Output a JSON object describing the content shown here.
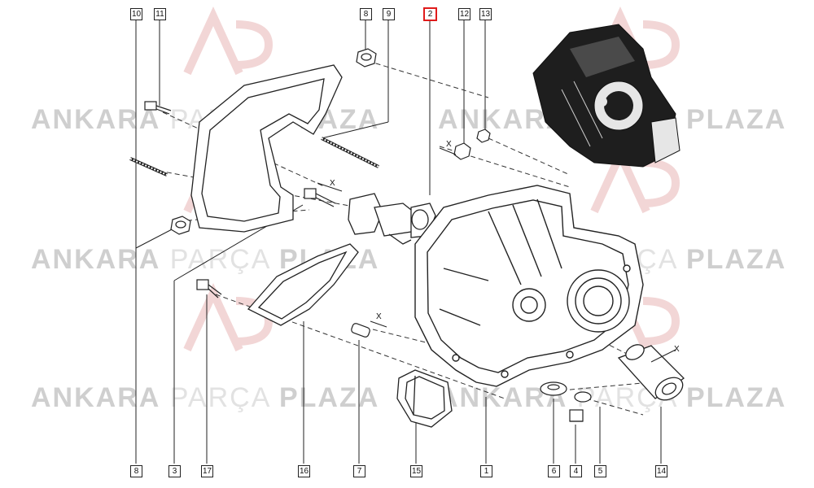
{
  "watermark": {
    "brand_bold_1": "ANKARA",
    "brand_light": "PARÇA",
    "brand_bold_2": "PLAZA"
  },
  "callouts": {
    "c10": "10",
    "c11": "11",
    "c8a": "8",
    "c9": "9",
    "c2": "2",
    "c12": "12",
    "c13": "13",
    "c8b": "8",
    "c3": "3",
    "c17": "17",
    "c16": "16",
    "c7": "7",
    "c15": "15",
    "c1": "1",
    "c6": "6",
    "c4": "4",
    "c5": "5",
    "c14": "14"
  },
  "selected_callout": "2",
  "dimension_mark": "X",
  "colors": {
    "highlight": "#e01b1b",
    "line": "#222222",
    "watermark": "#d9d9d9"
  }
}
